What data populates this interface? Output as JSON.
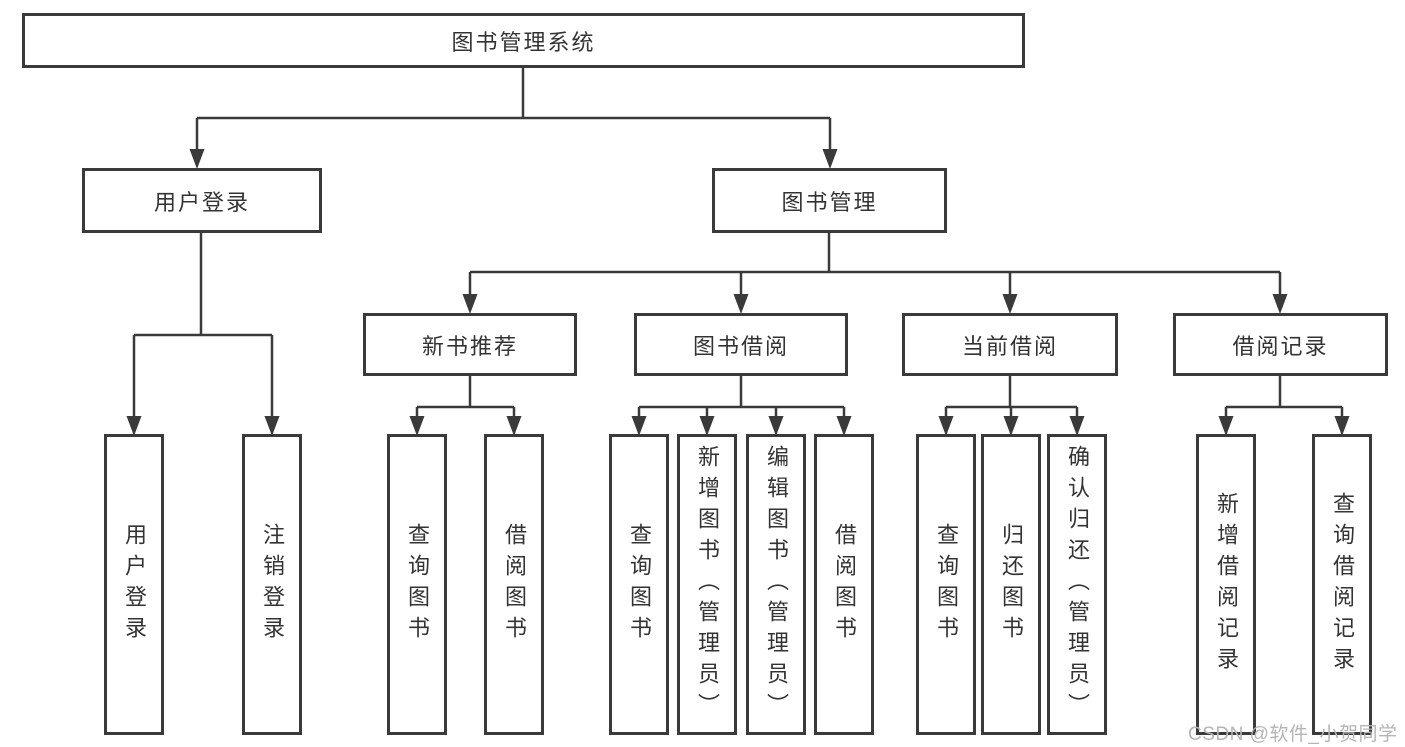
{
  "diagram": {
    "root": {
      "label": "图书管理系统"
    },
    "level2": [
      {
        "label": "用户登录",
        "children": [
          "用户登录",
          "注销登录"
        ]
      },
      {
        "label": "图书管理",
        "children": [
          {
            "label": "新书推荐",
            "children": [
              "查询图书",
              "借阅图书"
            ]
          },
          {
            "label": "图书借阅",
            "children": [
              "查询图书",
              "新增图书（管理员）",
              "编辑图书（管理员）",
              "借阅图书"
            ]
          },
          {
            "label": "当前借阅",
            "children": [
              "查询图书",
              "归还图书",
              "确认归还（管理员）"
            ]
          },
          {
            "label": "借阅记录",
            "children": [
              "新增借阅记录",
              "查询借阅记录"
            ]
          }
        ]
      }
    ]
  },
  "watermark": "CSDN @软件_小贺同学",
  "colors": {
    "line": "#3a3a3a",
    "box_border": "#3a3a3a",
    "text": "#333333",
    "watermark": "#b5b5b5",
    "background": "#ffffff"
  }
}
